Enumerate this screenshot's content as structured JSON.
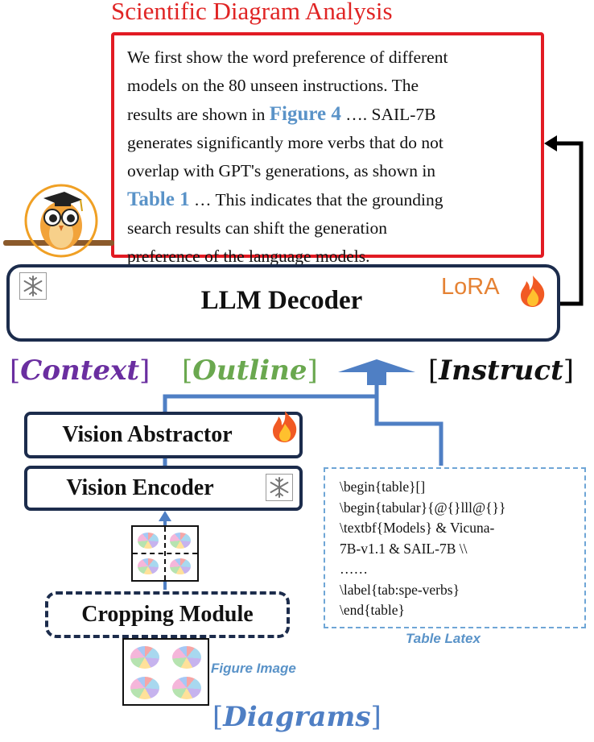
{
  "title": "Scientific Diagram Analysis",
  "analysis": {
    "line1": "We first show the word preference of different",
    "line2": "models on the 80 unseen instructions. The",
    "line3a": "results are shown in ",
    "line3_ref": "Figure 4",
    "line3b": " …. SAIL-7B",
    "line4": "generates significantly more verbs that do not",
    "line5": "overlap with GPT's generations, as shown in",
    "line6_ref": "Table 1",
    "line6b": " … This indicates that the grounding",
    "line7": "search results can shift the generation",
    "line8": "preference of the language models."
  },
  "decoder": {
    "label": "LLM Decoder",
    "lora": "LoRA"
  },
  "inputs": {
    "context": "Context",
    "outline": "Outline",
    "instruct": "Instruct",
    "diagrams": "Diagrams",
    "open_bracket": "[",
    "close_bracket": "]"
  },
  "modules": {
    "abstractor": "Vision Abstractor",
    "encoder": "Vision Encoder",
    "cropping": "Cropping Module"
  },
  "latex": {
    "lines": [
      "\\begin{table}[]",
      "\\begin{tabular}{@{}lll@{}}",
      "\\textbf{Models} & Vicuna-",
      "7B-v1.1 & SAIL-7B \\\\",
      "……",
      "\\label{tab:spe-verbs}",
      "\\end{table}"
    ],
    "caption": "Table Latex"
  },
  "figure_caption": "Figure Image",
  "colors": {
    "red": "#e21b23",
    "navy": "#1c2c4c",
    "blue": "#4f7fc4",
    "purple": "#6a2ea0",
    "green": "#6aa84f",
    "orange": "#e58234",
    "caption_blue": "#5a93c8"
  },
  "icons": [
    "snowflake-icon",
    "fire-icon",
    "owl-mascot-icon"
  ]
}
